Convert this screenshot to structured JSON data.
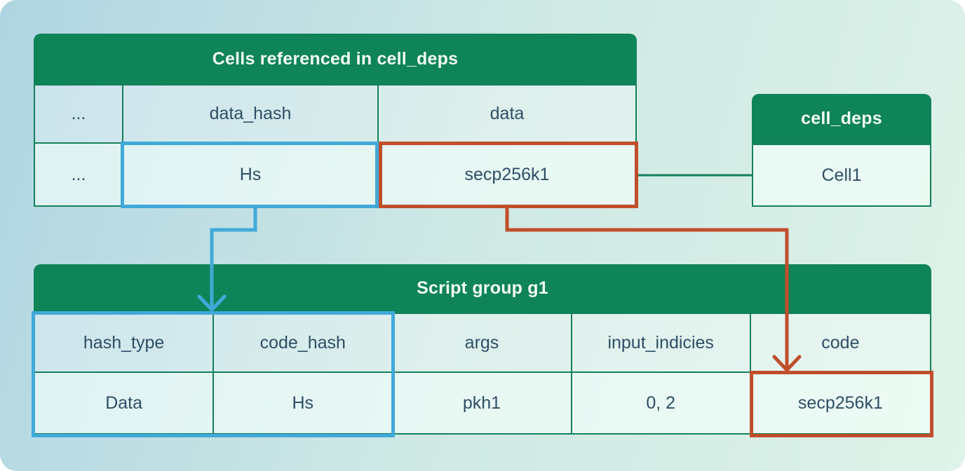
{
  "colors": {
    "green": "#0E8458",
    "border": "#14805A",
    "blue": "#41A9D8",
    "red": "#C04E2B",
    "text": "#2E4E66",
    "header_text": "#F2FAF6"
  },
  "tables": {
    "cells_referenced": {
      "title": "Cells referenced in cell_deps",
      "columns": [
        "...",
        "data_hash",
        "data"
      ],
      "rows": [
        [
          "...",
          "Hs",
          "secp256k1"
        ]
      ]
    },
    "cell_deps": {
      "title": "cell_deps",
      "rows": [
        [
          "Cell1"
        ]
      ]
    },
    "script_group": {
      "title": "Script group g1",
      "columns": [
        "hash_type",
        "code_hash",
        "args",
        "input_indicies",
        "code"
      ],
      "rows": [
        [
          "Data",
          "Hs",
          "pkh1",
          "0, 2",
          "secp256k1"
        ]
      ]
    }
  },
  "connections": [
    {
      "color": "blue",
      "from": "cells_referenced.Hs",
      "to": "script_group.code_hash-column"
    },
    {
      "color": "red",
      "from": "cells_referenced.secp256k1",
      "to": "script_group.code-cell"
    },
    {
      "color": "green",
      "from": "cells_referenced.secp256k1",
      "to": "cell_deps.Cell1"
    }
  ]
}
